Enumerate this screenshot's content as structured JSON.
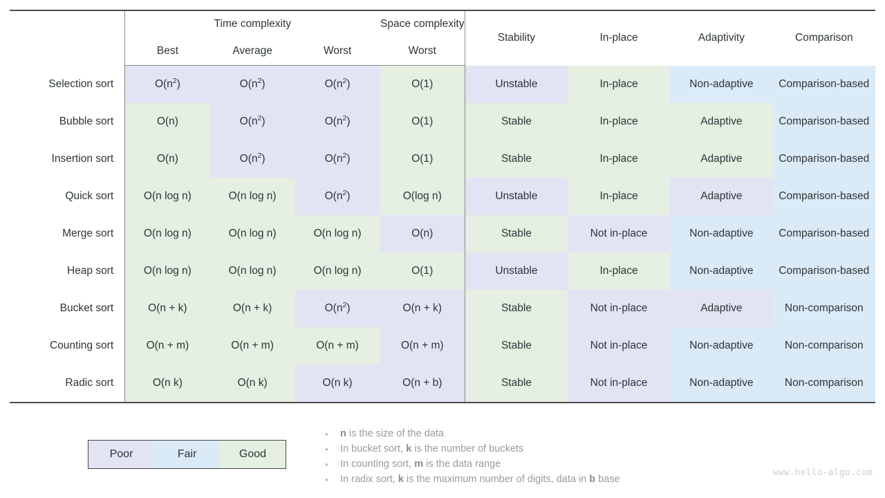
{
  "table": {
    "group_headers": [
      {
        "label": "",
        "span": 1
      },
      {
        "label": "Time complexity",
        "span": 3
      },
      {
        "label": "Space complexity",
        "span": 1
      },
      {
        "label": "",
        "span": 4
      }
    ],
    "time_group_label": "Time complexity",
    "space_group_label": "Space complexity",
    "sub_headers": [
      "Best",
      "Average",
      "Worst",
      "Worst"
    ],
    "attr_headers": [
      "Stability",
      "In-place",
      "Adaptivity",
      "Comparison"
    ],
    "row_header_label": "",
    "rows": [
      {
        "name": "Selection sort",
        "cells": [
          {
            "text": "O(n²)",
            "base": "O(n",
            "sup": "2",
            "tail": ")",
            "quality": "poor"
          },
          {
            "text": "O(n²)",
            "base": "O(n",
            "sup": "2",
            "tail": ")",
            "quality": "poor"
          },
          {
            "text": "O(n²)",
            "base": "O(n",
            "sup": "2",
            "tail": ")",
            "quality": "poor"
          },
          {
            "text": "O(1)",
            "quality": "good"
          },
          {
            "text": "Unstable",
            "quality": "poor"
          },
          {
            "text": "In-place",
            "quality": "good"
          },
          {
            "text": "Non-adaptive",
            "quality": "fair"
          },
          {
            "text": "Comparison-based",
            "quality": "fair"
          }
        ]
      },
      {
        "name": "Bubble sort",
        "cells": [
          {
            "text": "O(n)",
            "quality": "good"
          },
          {
            "text": "O(n²)",
            "base": "O(n",
            "sup": "2",
            "tail": ")",
            "quality": "poor"
          },
          {
            "text": "O(n²)",
            "base": "O(n",
            "sup": "2",
            "tail": ")",
            "quality": "poor"
          },
          {
            "text": "O(1)",
            "quality": "good"
          },
          {
            "text": "Stable",
            "quality": "good"
          },
          {
            "text": "In-place",
            "quality": "good"
          },
          {
            "text": "Adaptive",
            "quality": "good"
          },
          {
            "text": "Comparison-based",
            "quality": "fair"
          }
        ]
      },
      {
        "name": "Insertion sort",
        "cells": [
          {
            "text": "O(n)",
            "quality": "good"
          },
          {
            "text": "O(n²)",
            "base": "O(n",
            "sup": "2",
            "tail": ")",
            "quality": "poor"
          },
          {
            "text": "O(n²)",
            "base": "O(n",
            "sup": "2",
            "tail": ")",
            "quality": "poor"
          },
          {
            "text": "O(1)",
            "quality": "good"
          },
          {
            "text": "Stable",
            "quality": "good"
          },
          {
            "text": "In-place",
            "quality": "good"
          },
          {
            "text": "Adaptive",
            "quality": "good"
          },
          {
            "text": "Comparison-based",
            "quality": "fair"
          }
        ]
      },
      {
        "name": "Quick sort",
        "cells": [
          {
            "text": "O(n log n)",
            "quality": "good"
          },
          {
            "text": "O(n log n)",
            "quality": "good"
          },
          {
            "text": "O(n²)",
            "base": "O(n",
            "sup": "2",
            "tail": ")",
            "quality": "poor"
          },
          {
            "text": "O(log n)",
            "quality": "good"
          },
          {
            "text": "Unstable",
            "quality": "poor"
          },
          {
            "text": "In-place",
            "quality": "good"
          },
          {
            "text": "Adaptive",
            "quality": "poor"
          },
          {
            "text": "Comparison-based",
            "quality": "fair"
          }
        ]
      },
      {
        "name": "Merge sort",
        "cells": [
          {
            "text": "O(n log n)",
            "quality": "good"
          },
          {
            "text": "O(n log n)",
            "quality": "good"
          },
          {
            "text": "O(n log n)",
            "quality": "good"
          },
          {
            "text": "O(n)",
            "quality": "poor"
          },
          {
            "text": "Stable",
            "quality": "good"
          },
          {
            "text": "Not in-place",
            "quality": "poor"
          },
          {
            "text": "Non-adaptive",
            "quality": "fair"
          },
          {
            "text": "Comparison-based",
            "quality": "fair"
          }
        ]
      },
      {
        "name": "Heap sort",
        "cells": [
          {
            "text": "O(n log n)",
            "quality": "good"
          },
          {
            "text": "O(n log n)",
            "quality": "good"
          },
          {
            "text": "O(n log n)",
            "quality": "good"
          },
          {
            "text": "O(1)",
            "quality": "good"
          },
          {
            "text": "Unstable",
            "quality": "poor"
          },
          {
            "text": "In-place",
            "quality": "good"
          },
          {
            "text": "Non-adaptive",
            "quality": "fair"
          },
          {
            "text": "Comparison-based",
            "quality": "fair"
          }
        ]
      },
      {
        "name": "Bucket sort",
        "cells": [
          {
            "text": "O(n + k)",
            "quality": "good"
          },
          {
            "text": "O(n + k)",
            "quality": "good"
          },
          {
            "text": "O(n²)",
            "base": "O(n",
            "sup": "2",
            "tail": ")",
            "quality": "poor"
          },
          {
            "text": "O(n + k)",
            "quality": "poor"
          },
          {
            "text": "Stable",
            "quality": "good"
          },
          {
            "text": "Not in-place",
            "quality": "poor"
          },
          {
            "text": "Adaptive",
            "quality": "poor"
          },
          {
            "text": "Non-comparison",
            "quality": "fair"
          }
        ]
      },
      {
        "name": "Counting sort",
        "cells": [
          {
            "text": "O(n + m)",
            "quality": "good"
          },
          {
            "text": "O(n + m)",
            "quality": "good"
          },
          {
            "text": "O(n + m)",
            "quality": "good"
          },
          {
            "text": "O(n + m)",
            "quality": "poor"
          },
          {
            "text": "Stable",
            "quality": "good"
          },
          {
            "text": "Not in-place",
            "quality": "poor"
          },
          {
            "text": "Non-adaptive",
            "quality": "fair"
          },
          {
            "text": "Non-comparison",
            "quality": "fair"
          }
        ]
      },
      {
        "name": "Radic sort",
        "cells": [
          {
            "text": "O(n k)",
            "quality": "good"
          },
          {
            "text": "O(n k)",
            "quality": "good"
          },
          {
            "text": "O(n k)",
            "quality": "poor"
          },
          {
            "text": "O(n + b)",
            "quality": "poor"
          },
          {
            "text": "Stable",
            "quality": "good"
          },
          {
            "text": "Not in-place",
            "quality": "poor"
          },
          {
            "text": "Non-adaptive",
            "quality": "fair"
          },
          {
            "text": "Non-comparison",
            "quality": "fair"
          }
        ]
      }
    ]
  },
  "legend": {
    "items": [
      {
        "label": "Poor",
        "quality": "poor",
        "color": "#e2e4f4"
      },
      {
        "label": "Fair",
        "quality": "fair",
        "color": "#dbeaf7"
      },
      {
        "label": "Good",
        "quality": "good",
        "color": "#e5efe2"
      }
    ]
  },
  "notes": {
    "bullet": "•",
    "items": [
      {
        "parts": [
          {
            "t": "n",
            "b": true
          },
          {
            "t": " is the size of the data",
            "b": false
          }
        ]
      },
      {
        "parts": [
          {
            "t": "In bucket sort, ",
            "b": false
          },
          {
            "t": "k",
            "b": true
          },
          {
            "t": " is the number of buckets",
            "b": false
          }
        ]
      },
      {
        "parts": [
          {
            "t": "In counting sort, ",
            "b": false
          },
          {
            "t": "m",
            "b": true
          },
          {
            "t": " is the data range",
            "b": false
          }
        ]
      },
      {
        "parts": [
          {
            "t": "In radix sort, ",
            "b": false
          },
          {
            "t": "k",
            "b": true
          },
          {
            "t": " is the maximum number of digits, data in ",
            "b": false
          },
          {
            "t": "b",
            "b": true
          },
          {
            "t": " base",
            "b": false
          }
        ]
      }
    ]
  },
  "watermark": {
    "text": "www.hello-algo.com"
  }
}
